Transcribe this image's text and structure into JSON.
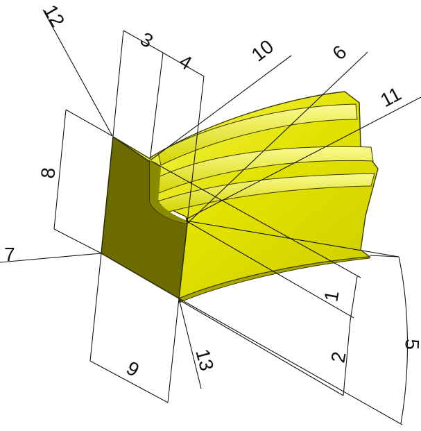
{
  "drawing": {
    "title": "",
    "callouts": [
      "1",
      "2",
      "3",
      "4",
      "5",
      "6",
      "7",
      "8",
      "9",
      "10",
      "11",
      "12",
      "13"
    ]
  },
  "colors": {
    "face_front": "#6b6b00",
    "face_top": "#e8e800",
    "face_side": "#d9d900",
    "groove": "#f3f35a",
    "line": "#111111"
  }
}
